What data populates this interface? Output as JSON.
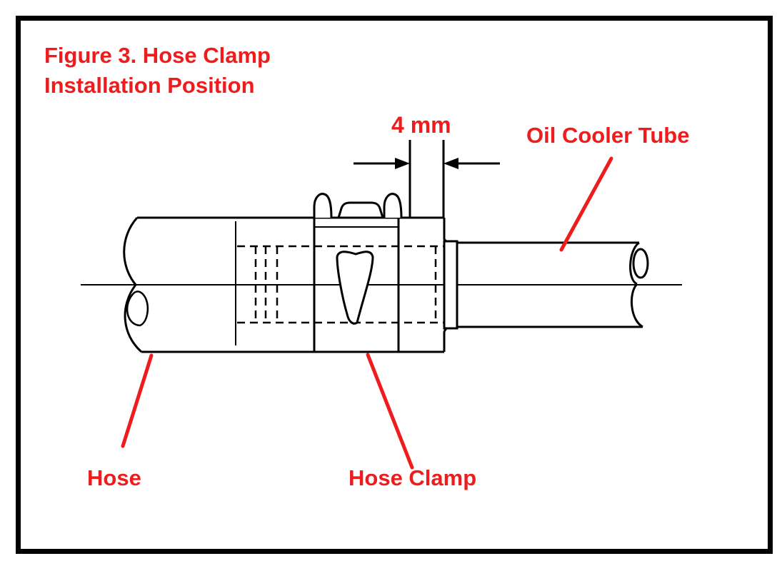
{
  "title": {
    "line1": "Figure 3.  Hose Clamp",
    "line2": "Installation Position"
  },
  "dimension": {
    "label": "4 mm"
  },
  "labels": {
    "oil_cooler_tube": "Oil Cooler Tube",
    "hose": "Hose",
    "hose_clamp": "Hose Clamp"
  },
  "colors": {
    "label": "#ee1c1c",
    "line": "#000000",
    "border": "#000000"
  }
}
